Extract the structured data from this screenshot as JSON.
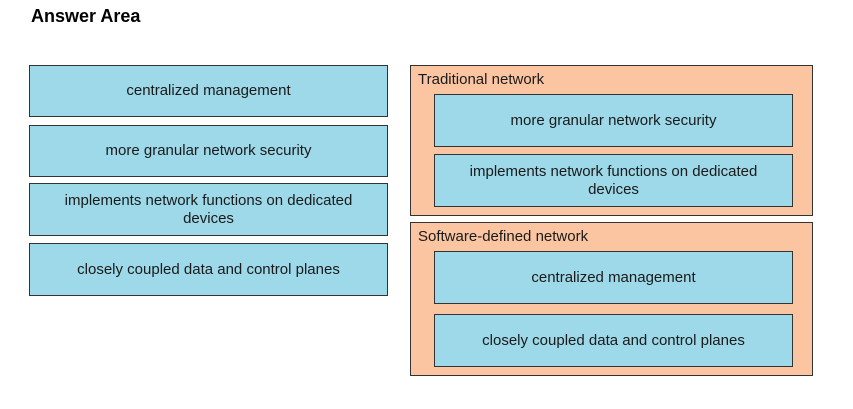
{
  "header": {
    "title": "Answer Area"
  },
  "source_items": [
    {
      "label": "centralized management"
    },
    {
      "label": "more granular network security"
    },
    {
      "label": "implements network functions on dedicated devices"
    },
    {
      "label": "closely coupled data and control planes"
    }
  ],
  "zones": {
    "traditional": {
      "label": "Traditional network",
      "items": [
        {
          "label": "more granular network security"
        },
        {
          "label": "implements network functions on dedicated devices"
        }
      ]
    },
    "sdn": {
      "label": "Software-defined network",
      "items": [
        {
          "label": "centralized management"
        },
        {
          "label": "closely coupled data and control planes"
        }
      ]
    }
  },
  "colors": {
    "item_background": "#9dd9e8",
    "zone_background": "#fbc5a2",
    "border": "#333333"
  }
}
